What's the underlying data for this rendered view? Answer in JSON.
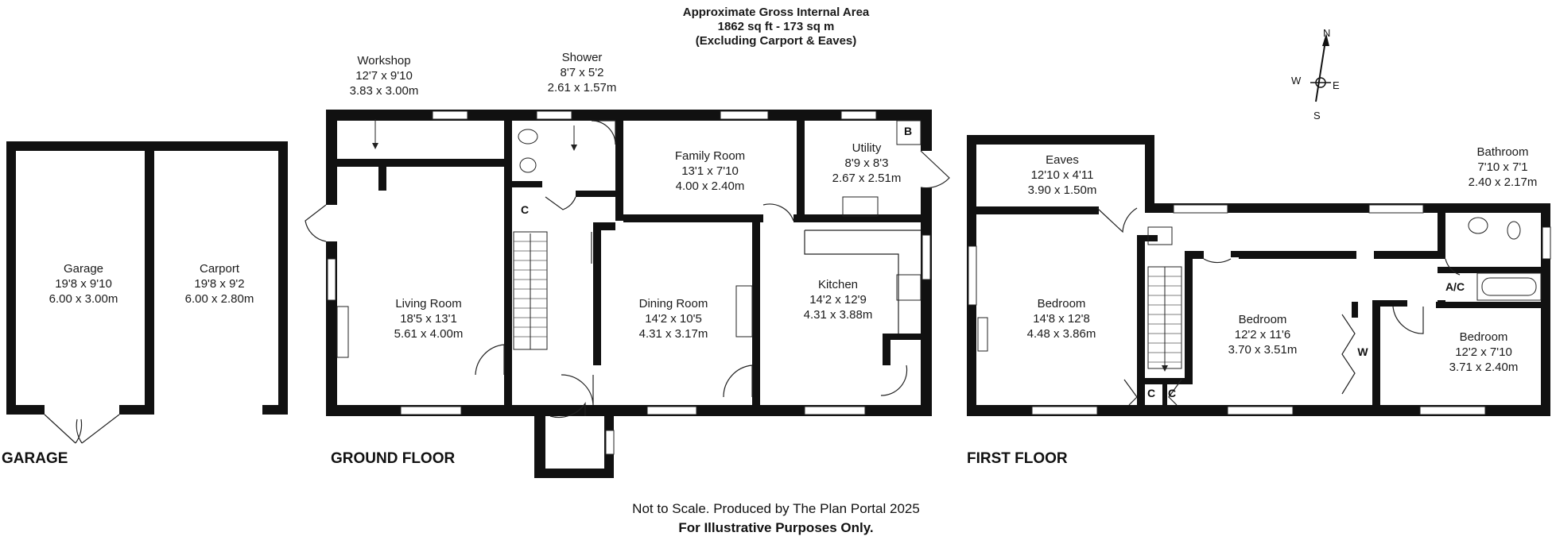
{
  "header": {
    "line1": "Approximate Gross Internal Area",
    "line2": "1862 sq ft - 173 sq m",
    "line3": "(Excluding Carport & Eaves)"
  },
  "footer": {
    "line1": "Not to Scale. Produced by The Plan Portal 2025",
    "line2": "For Illustrative Purposes Only."
  },
  "compass": {
    "n": "N",
    "s": "S",
    "e": "E",
    "w": "W"
  },
  "floors": {
    "garage": "GARAGE",
    "ground": "GROUND FLOOR",
    "first": "FIRST FLOOR"
  },
  "rooms": {
    "garage": {
      "name": "Garage",
      "imperial": "19'8 x 9'10",
      "metric": "6.00 x 3.00m"
    },
    "carport": {
      "name": "Carport",
      "imperial": "19'8 x 9'2",
      "metric": "6.00 x 2.80m"
    },
    "workshop": {
      "name": "Workshop",
      "imperial": "12'7 x 9'10",
      "metric": "3.83 x 3.00m"
    },
    "shower": {
      "name": "Shower",
      "imperial": "8'7 x 5'2",
      "metric": "2.61 x 1.57m"
    },
    "family": {
      "name": "Family Room",
      "imperial": "13'1 x 7'10",
      "metric": "4.00 x 2.40m"
    },
    "utility": {
      "name": "Utility",
      "imperial": "8'9 x 8'3",
      "metric": "2.67 x 2.51m"
    },
    "living": {
      "name": "Living Room",
      "imperial": "18'5 x 13'1",
      "metric": "5.61 x 4.00m"
    },
    "dining": {
      "name": "Dining Room",
      "imperial": "14'2 x 10'5",
      "metric": "4.31 x 3.17m"
    },
    "kitchen": {
      "name": "Kitchen",
      "imperial": "14'2 x 12'9",
      "metric": "4.31 x 3.88m"
    },
    "eaves": {
      "name": "Eaves",
      "imperial": "12'10 x 4'11",
      "metric": "3.90 x 1.50m"
    },
    "bed1": {
      "name": "Bedroom",
      "imperial": "14'8 x 12'8",
      "metric": "4.48 x 3.86m"
    },
    "bed2": {
      "name": "Bedroom",
      "imperial": "12'2 x 11'6",
      "metric": "3.70 x 3.51m"
    },
    "bed3": {
      "name": "Bedroom",
      "imperial": "12'2 x 7'10",
      "metric": "3.71 x 2.40m"
    },
    "bathroom": {
      "name": "Bathroom",
      "imperial": "7'10 x 7'1",
      "metric": "2.40 x 2.17m"
    }
  },
  "marks": {
    "boiler": "B",
    "cupboard": "C",
    "wardrobe": "W",
    "airing": "A/C"
  }
}
